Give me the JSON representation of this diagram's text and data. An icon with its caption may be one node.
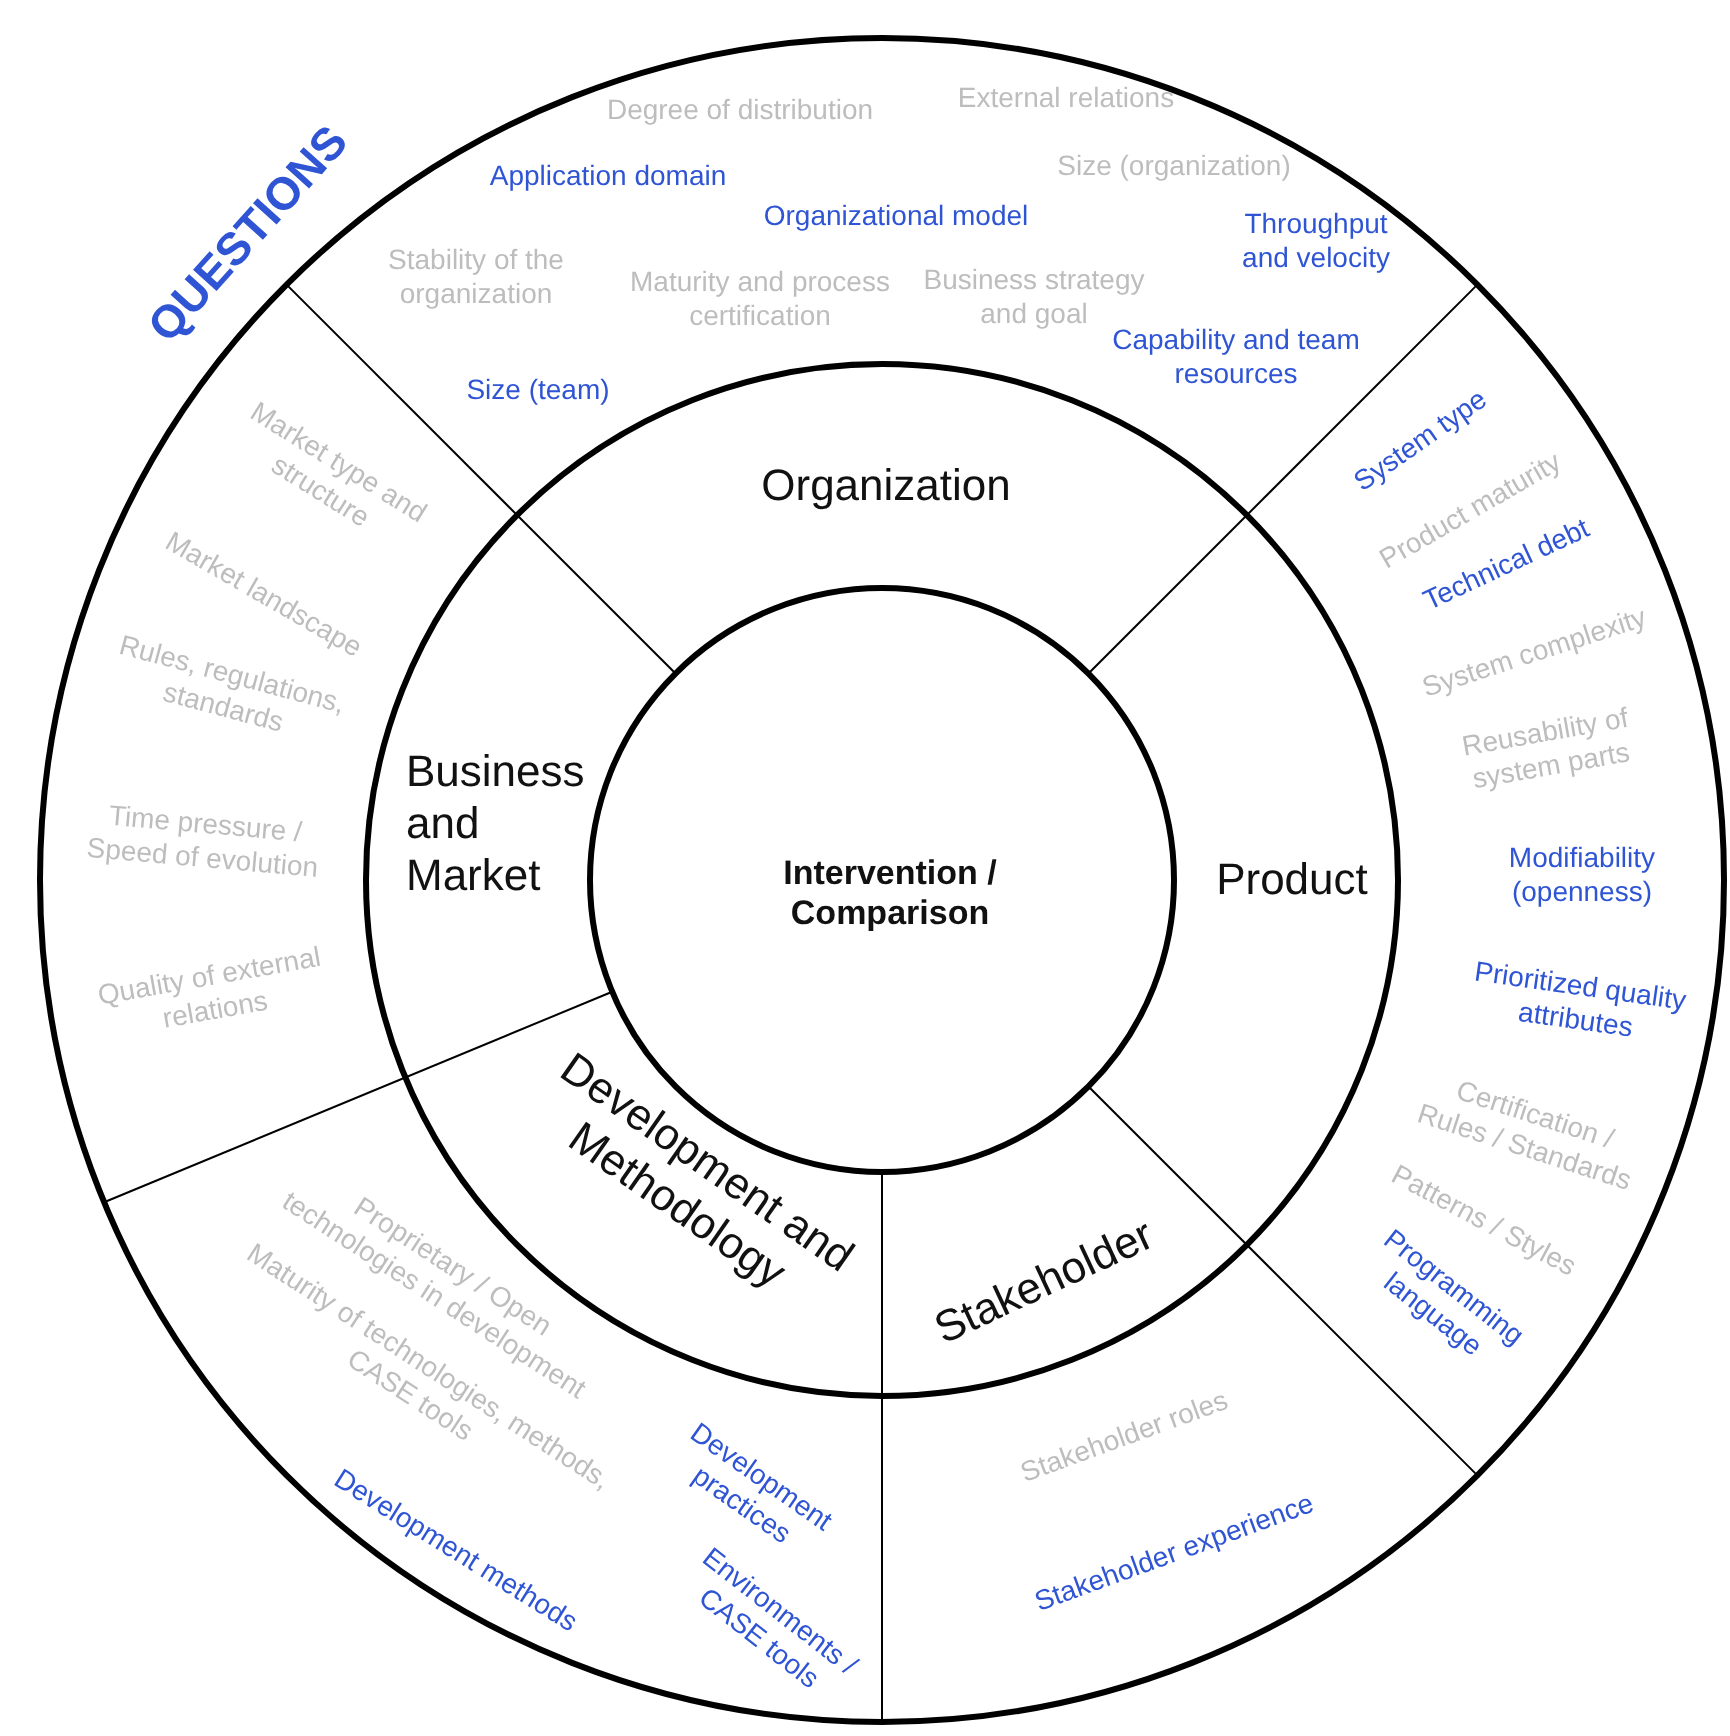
{
  "diagram": {
    "nodes": [
      {
        "text": [
          "Degree of distribution",
          "External relations",
          "Application domain",
          "Size (organization)",
          "Organizational model",
          "Throughput and velocity",
          "Stability of the organization",
          "Maturity and process certification",
          "Business strategy and goal",
          "Capability and team resources",
          "Size (team)"
        ]
      },
      {
        "text": [
          "Market type and structure",
          "Market landscape",
          "Rules, regulations, standards",
          "Time pressure / Speed of evolution",
          "Quality of external relations"
        ]
      },
      {
        "text": [
          "System type",
          "Product maturity",
          "Technical debt",
          "System complexity",
          "Reusability of system parts",
          "Modifiability (openness)",
          "Prioritized quality attributes",
          "Certification / Rules / Standards",
          "Patterns / Styles",
          "Programming language"
        ]
      },
      {
        "text": [
          "Proprietary / Open technologies in development",
          "Maturity of technologies, methods, CASE tools",
          "Development practices",
          "Development methods",
          "Environments / CASE tools"
        ]
      },
      {
        "text": [
          "Stakeholder roles",
          "Stakeholder experience"
        ]
      },
      {
        "text": [
          "Organization"
        ]
      },
      {
        "text": [
          "Business and Market"
        ]
      },
      {
        "text": [
          "Product"
        ]
      },
      {
        "text": [
          "Development and Methodology"
        ]
      },
      {
        "text": [
          "Stakeholder"
        ]
      },
      {
        "text": [
          "Intervention / Comparison"
        ]
      }
    ],
    "edges": [],
    "labels": [
      "QUESTIONS"
    ]
  }
}
